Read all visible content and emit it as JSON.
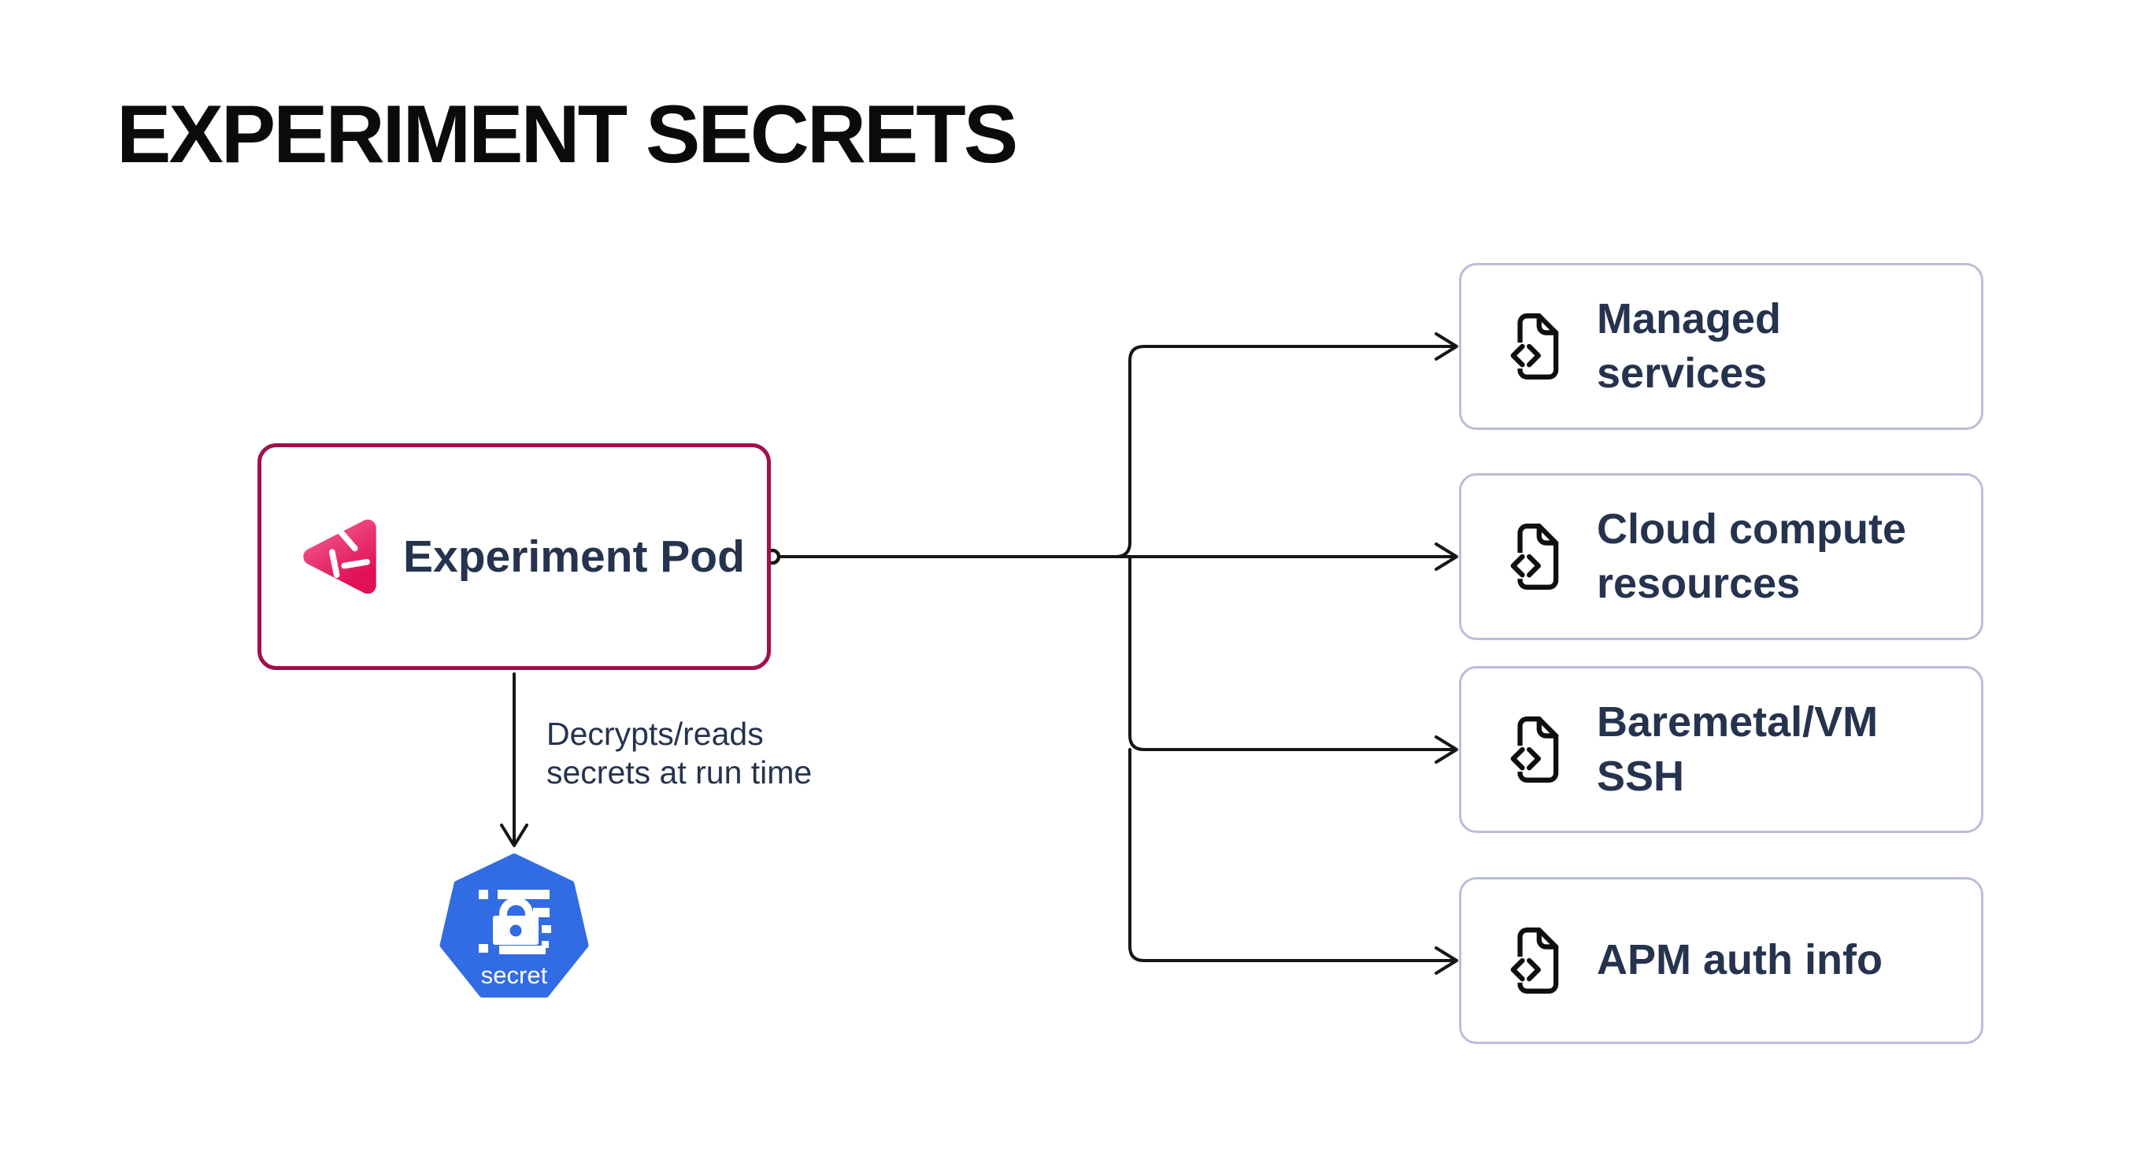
{
  "title": "EXPERIMENT SECRETS",
  "pod": {
    "label": "Experiment Pod",
    "icon": "litmus-chaos-logo",
    "border_color": "#a1104d",
    "text_color": "#25334e"
  },
  "edge_to_secret": {
    "label": "Decrypts/reads secrets at run time",
    "arrow_style": "thin-black-open-arrowhead"
  },
  "secret": {
    "label": "secret",
    "icon": "kubernetes-secret-heptagon",
    "color": "#326ce5"
  },
  "targets": [
    {
      "label": "Managed services",
      "icon": "file-code-icon"
    },
    {
      "label": "Cloud compute resources",
      "icon": "file-code-icon"
    },
    {
      "label": "Baremetal/VM SSH",
      "icon": "file-code-icon"
    },
    {
      "label": "APM auth info",
      "icon": "file-code-icon"
    }
  ],
  "connectors": {
    "source_port": "open-circle",
    "line_color": "#161616",
    "box_border_color": "#babed6"
  },
  "logo_gradient": {
    "from": "#f2598f",
    "to": "#e01159"
  }
}
